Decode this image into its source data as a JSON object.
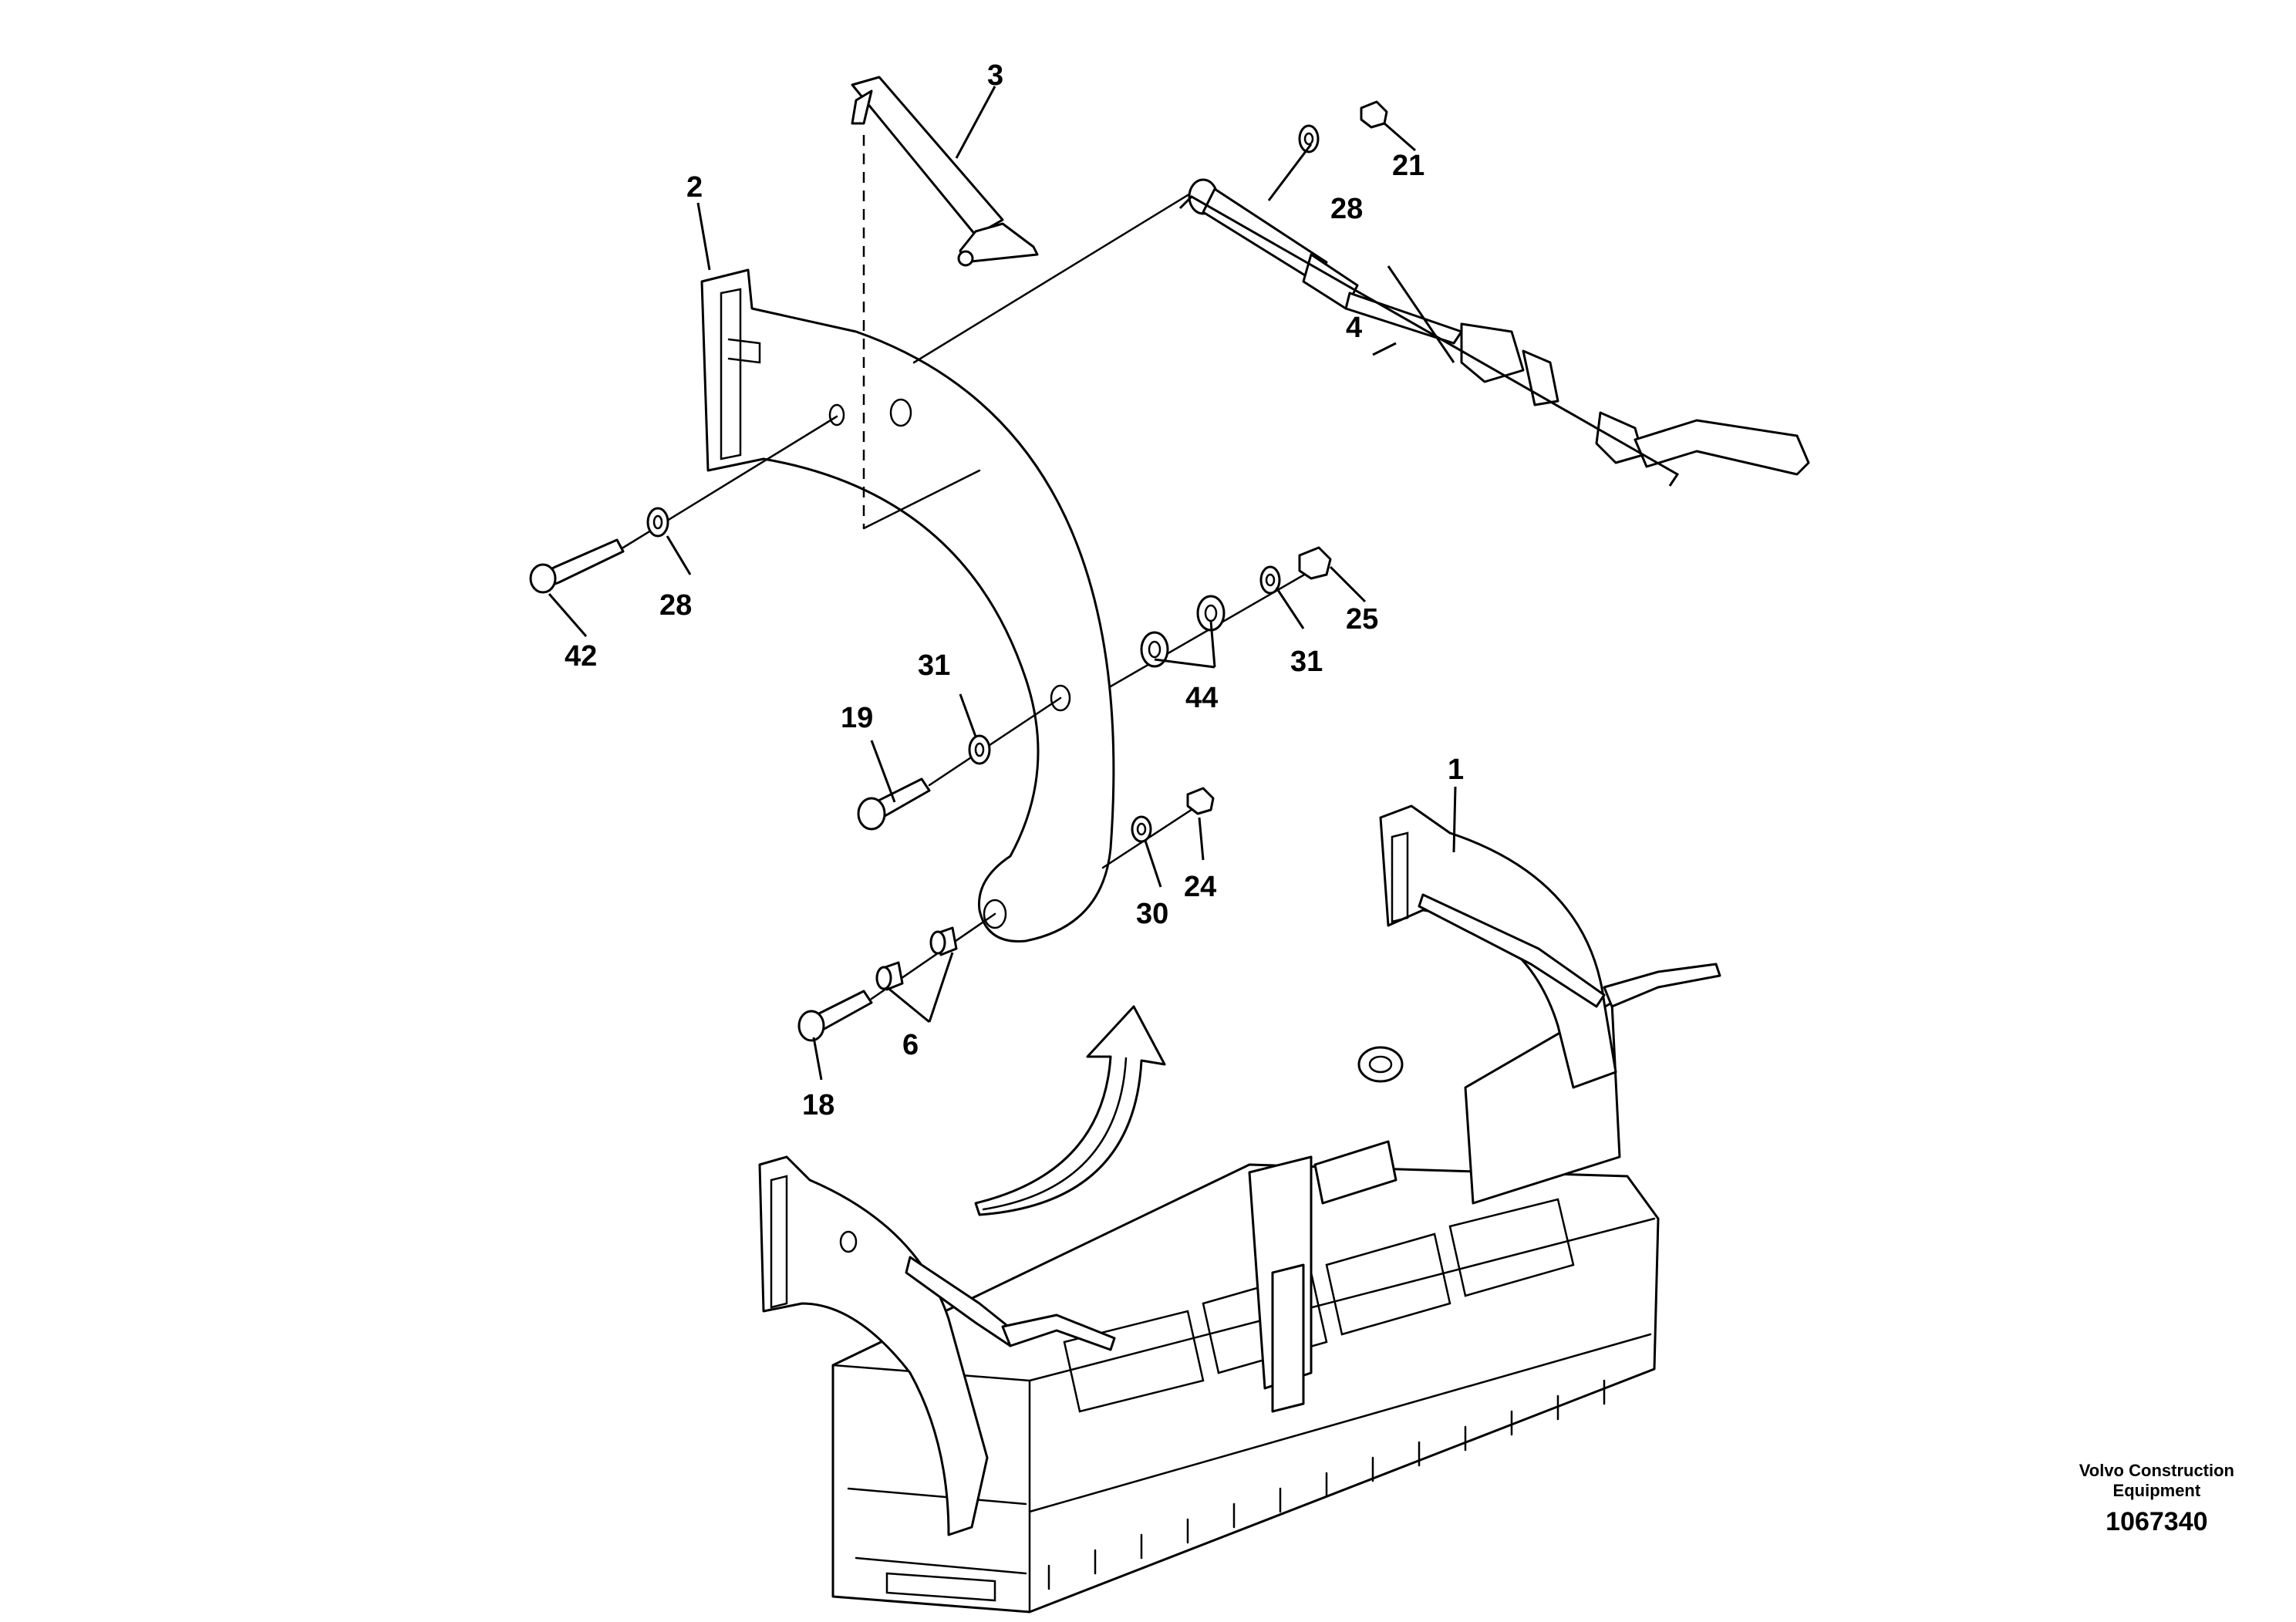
{
  "callouts": [
    {
      "id": "c1",
      "label": "1"
    },
    {
      "id": "c2",
      "label": "2"
    },
    {
      "id": "c3",
      "label": "3"
    },
    {
      "id": "c4",
      "label": "4"
    },
    {
      "id": "c6",
      "label": "6"
    },
    {
      "id": "c18",
      "label": "18"
    },
    {
      "id": "c19",
      "label": "19"
    },
    {
      "id": "c21",
      "label": "21"
    },
    {
      "id": "c24",
      "label": "24"
    },
    {
      "id": "c25",
      "label": "25"
    },
    {
      "id": "c28a",
      "label": "28"
    },
    {
      "id": "c28b",
      "label": "28"
    },
    {
      "id": "c30",
      "label": "30"
    },
    {
      "id": "c31a",
      "label": "31"
    },
    {
      "id": "c31b",
      "label": "31"
    },
    {
      "id": "c42",
      "label": "42"
    },
    {
      "id": "c44",
      "label": "44"
    }
  ],
  "brand": {
    "line1": "Volvo Construction",
    "line2": "Equipment",
    "doc_number": "1067340"
  }
}
